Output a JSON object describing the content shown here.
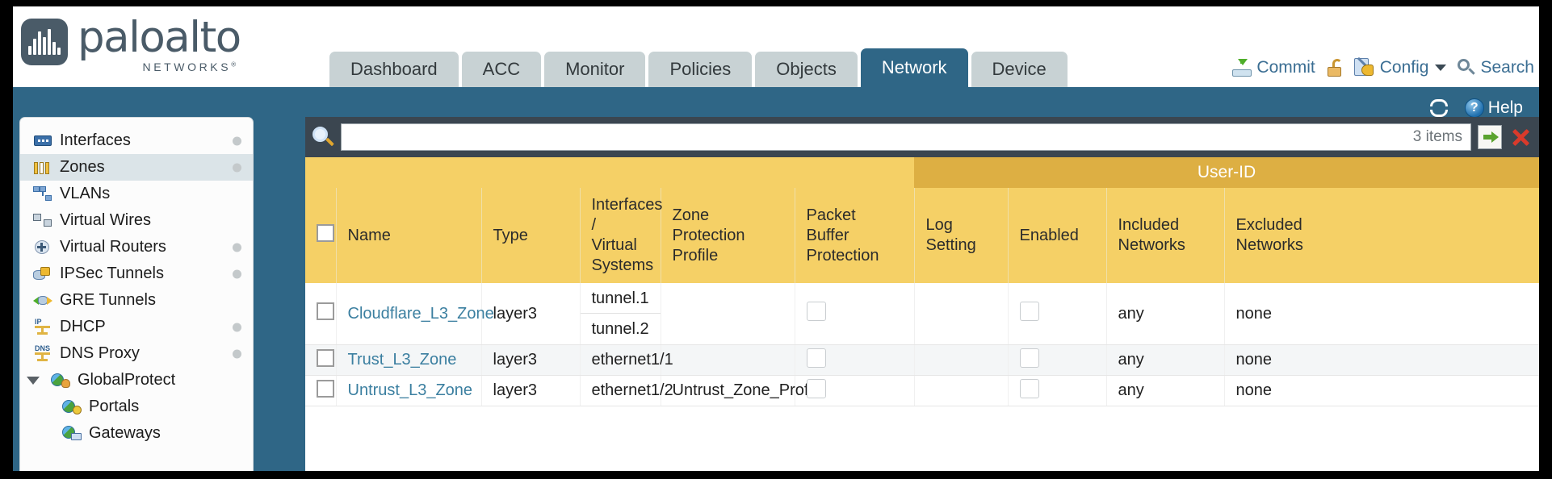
{
  "brand": {
    "name": "paloalto",
    "sub": "NETWORKS",
    "registered": "®"
  },
  "nav": {
    "tabs": [
      {
        "label": "Dashboard",
        "active": false
      },
      {
        "label": "ACC",
        "active": false
      },
      {
        "label": "Monitor",
        "active": false
      },
      {
        "label": "Policies",
        "active": false
      },
      {
        "label": "Objects",
        "active": false
      },
      {
        "label": "Network",
        "active": true
      },
      {
        "label": "Device",
        "active": false
      }
    ]
  },
  "header_actions": {
    "commit": "Commit",
    "config": "Config",
    "search": "Search",
    "lock_icon": "padlock-open-icon",
    "commit_icon": "commit-download-icon",
    "config_icon": "config-key-icon",
    "search_icon": "search-magnifier-icon",
    "caret_icon": "chevron-down-icon"
  },
  "toolbar": {
    "refresh_icon": "refresh-icon",
    "help": "Help",
    "help_badge": "?"
  },
  "sidebar": {
    "items": [
      {
        "label": "Interfaces",
        "icon": "interfaces-icon",
        "dot": true,
        "selected": false,
        "child": false,
        "expander": false
      },
      {
        "label": "Zones",
        "icon": "zones-icon",
        "dot": true,
        "selected": true,
        "child": false,
        "expander": false
      },
      {
        "label": "VLANs",
        "icon": "vlans-icon",
        "dot": false,
        "selected": false,
        "child": false,
        "expander": false
      },
      {
        "label": "Virtual Wires",
        "icon": "virtual-wires-icon",
        "dot": false,
        "selected": false,
        "child": false,
        "expander": false
      },
      {
        "label": "Virtual Routers",
        "icon": "virtual-routers-icon",
        "dot": true,
        "selected": false,
        "child": false,
        "expander": false
      },
      {
        "label": "IPSec Tunnels",
        "icon": "ipsec-tunnels-icon",
        "dot": true,
        "selected": false,
        "child": false,
        "expander": false
      },
      {
        "label": "GRE Tunnels",
        "icon": "gre-tunnels-icon",
        "dot": false,
        "selected": false,
        "child": false,
        "expander": false
      },
      {
        "label": "DHCP",
        "icon": "dhcp-icon",
        "dot": true,
        "selected": false,
        "child": false,
        "expander": false
      },
      {
        "label": "DNS Proxy",
        "icon": "dns-proxy-icon",
        "dot": true,
        "selected": false,
        "child": false,
        "expander": false
      },
      {
        "label": "GlobalProtect",
        "icon": "globalprotect-icon",
        "dot": false,
        "selected": false,
        "child": false,
        "expander": true
      },
      {
        "label": "Portals",
        "icon": "portals-icon",
        "dot": false,
        "selected": false,
        "child": true,
        "expander": false
      },
      {
        "label": "Gateways",
        "icon": "gateways-icon",
        "dot": false,
        "selected": false,
        "child": true,
        "expander": false
      }
    ]
  },
  "search": {
    "value": "",
    "placeholder": "",
    "items_count": "3 items",
    "magnifier_icon": "search-magnifier-icon",
    "go_icon": "apply-filter-arrow-icon",
    "clear_icon": "clear-filter-x-icon"
  },
  "table": {
    "group_header": {
      "user_id": "User-ID"
    },
    "columns": [
      "Name",
      "Type",
      "Interfaces / Virtual Systems",
      "Zone Protection Profile",
      "Packet Buffer Protection",
      "Log Setting",
      "Enabled",
      "Included Networks",
      "Excluded Networks"
    ],
    "column_lines": {
      "interfaces": [
        "Interfaces /",
        "Virtual",
        "Systems"
      ],
      "zone_protection": [
        "Zone Protection",
        "Profile"
      ],
      "packet_buffer": [
        "Packet Buffer",
        "Protection"
      ],
      "log_setting": [
        "Log Setting"
      ],
      "enabled": [
        "Enabled"
      ],
      "included": [
        "Included",
        "Networks"
      ],
      "excluded": [
        "Excluded",
        "Networks"
      ]
    },
    "rows": [
      {
        "name": "Cloudflare_L3_Zone",
        "type": "layer3",
        "interfaces": [
          "tunnel.1",
          "tunnel.2"
        ],
        "zone_protection_profile": "",
        "packet_buffer_protection": false,
        "log_setting": "",
        "user_id_enabled": false,
        "included_networks": "any",
        "excluded_networks": "none"
      },
      {
        "name": "Trust_L3_Zone",
        "type": "layer3",
        "interfaces": [
          "ethernet1/1"
        ],
        "zone_protection_profile": "",
        "packet_buffer_protection": false,
        "log_setting": "",
        "user_id_enabled": false,
        "included_networks": "any",
        "excluded_networks": "none"
      },
      {
        "name": "Untrust_L3_Zone",
        "type": "layer3",
        "interfaces": [
          "ethernet1/2"
        ],
        "zone_protection_profile": "Untrust_Zone_Prof",
        "packet_buffer_protection": false,
        "log_setting": "",
        "user_id_enabled": false,
        "included_networks": "any",
        "excluded_networks": "none"
      }
    ]
  },
  "colors": {
    "brand_blue": "#2f6686",
    "tab_inactive": "#c8d2d4",
    "table_header": "#f5d066",
    "group_header": "#ddaf43",
    "link": "#3b7fa0",
    "panel_dark": "#3b4650"
  }
}
